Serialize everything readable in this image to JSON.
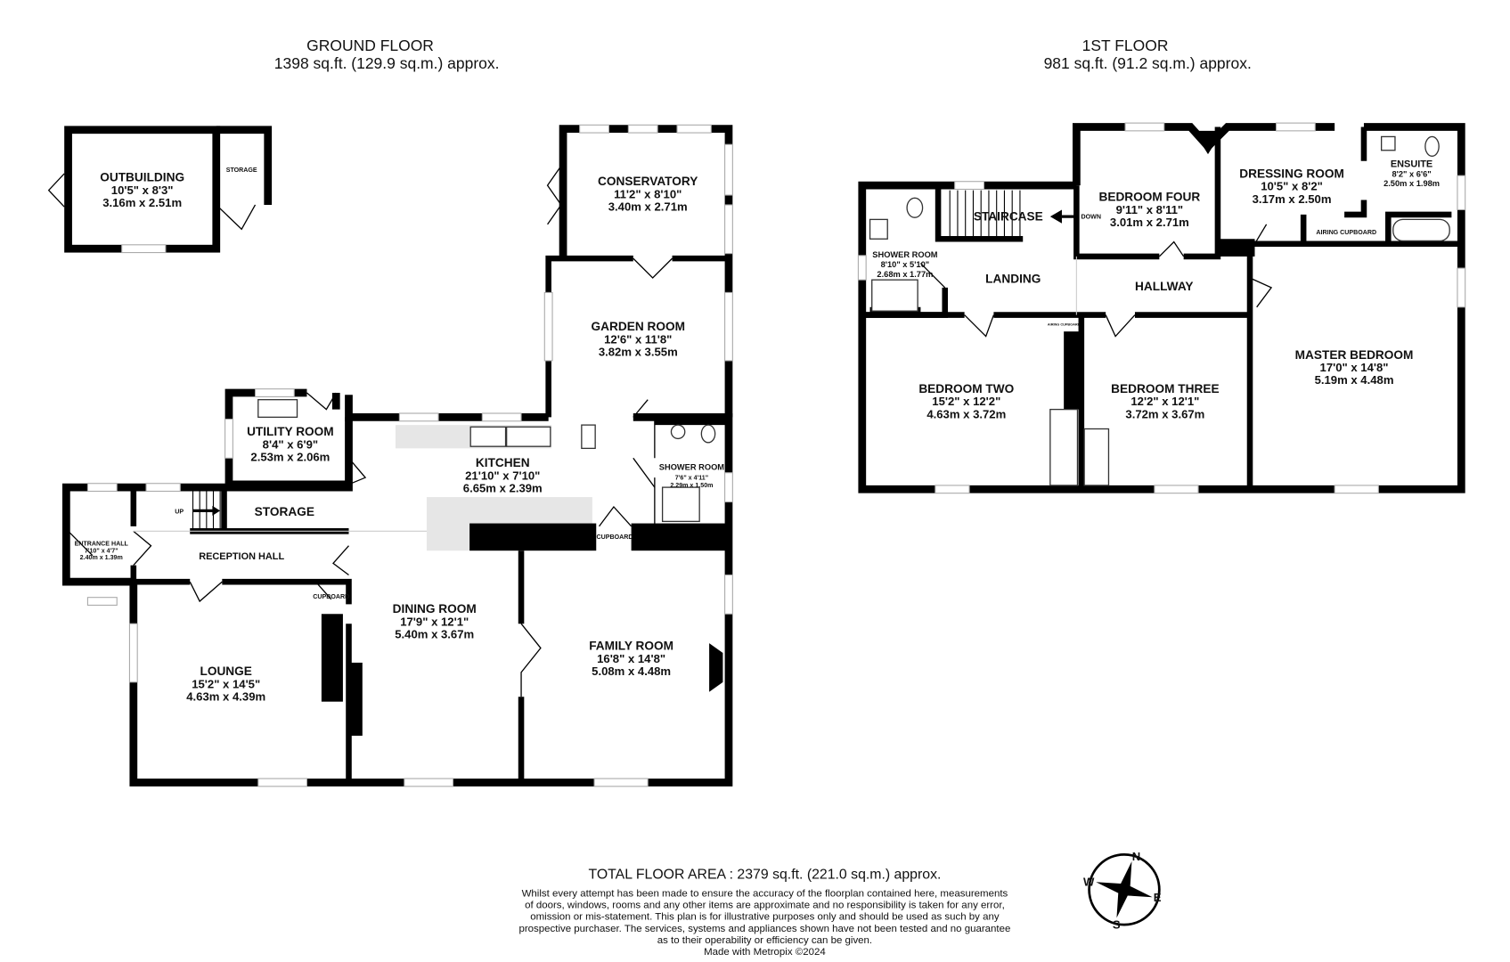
{
  "ground_floor": {
    "title": "GROUND FLOOR",
    "area": "1398 sq.ft. (129.9 sq.m.) approx.",
    "rooms": {
      "outbuilding": {
        "name": "OUTBUILDING",
        "imperial": "10'5\"  x 8'3\"",
        "metric": "3.16m  x 2.51m"
      },
      "outbuilding_storage": {
        "name": "STORAGE"
      },
      "conservatory": {
        "name": "CONSERVATORY",
        "imperial": "11'2\"  x 8'10\"",
        "metric": "3.40m  x 2.71m"
      },
      "garden_room": {
        "name": "GARDEN ROOM",
        "imperial": "12'6\"  x 11'8\"",
        "metric": "3.82m  x 3.55m"
      },
      "utility_room": {
        "name": "UTILITY ROOM",
        "imperial": "8'4\"  x 6'9\"",
        "metric": "2.53m  x 2.06m"
      },
      "kitchen": {
        "name": "KITCHEN",
        "imperial": "21'10\"  x 7'10\"",
        "metric": "6.65m  x 2.39m"
      },
      "shower_room": {
        "name": "SHOWER ROOM",
        "imperial": "7'6\"  x 4'11\"",
        "metric": "2.29m  x 1.50m"
      },
      "storage": {
        "name": "STORAGE"
      },
      "entrance_hall": {
        "name": "ENTRANCE HALL",
        "imperial": "7'10\"  x 4'7\"",
        "metric": "2.40m  x 1.39m"
      },
      "reception_hall": {
        "name": "RECEPTION HALL"
      },
      "cupboard_kitchen": {
        "name": "CUPBOARD"
      },
      "cupboard_lounge": {
        "name": "CUPBOARD"
      },
      "lounge": {
        "name": "LOUNGE",
        "imperial": "15'2\"  x 14'5\"",
        "metric": "4.63m  x 4.39m"
      },
      "dining_room": {
        "name": "DINING ROOM",
        "imperial": "17'9\"  x 12'1\"",
        "metric": "5.40m  x 3.67m"
      },
      "family_room": {
        "name": "FAMILY ROOM",
        "imperial": "16'8\"  x 14'8\"",
        "metric": "5.08m  x 4.48m"
      }
    },
    "stair_label": "UP"
  },
  "first_floor": {
    "title": "1ST FLOOR",
    "area": "981 sq.ft. (91.2 sq.m.) approx.",
    "rooms": {
      "shower_room": {
        "name": "SHOWER ROOM",
        "imperial": "8'10\"  x 5'10\"",
        "metric": "2.68m  x 1.77m"
      },
      "staircase": {
        "name": "STAIRCASE"
      },
      "landing": {
        "name": "LANDING"
      },
      "bedroom_four": {
        "name": "BEDROOM FOUR",
        "imperial": "9'11\"  x 8'11\"",
        "metric": "3.01m  x 2.71m"
      },
      "hallway": {
        "name": "HALLWAY"
      },
      "dressing_room": {
        "name": "DRESSING ROOM",
        "imperial": "10'5\"  x 8'2\"",
        "metric": "3.17m  x 2.50m"
      },
      "ensuite": {
        "name": "ENSUITE",
        "imperial": "8'2\"  x 6'6\"",
        "metric": "2.50m  x 1.98m"
      },
      "airing_cupboard": {
        "name": "AIRING CUPBOARD"
      },
      "airing_cupboard_small": {
        "name": "AIRING CUPBOARD"
      },
      "bedroom_two": {
        "name": "BEDROOM TWO",
        "imperial": "15'2\"  x 12'2\"",
        "metric": "4.63m  x 3.72m"
      },
      "bedroom_three": {
        "name": "BEDROOM THREE",
        "imperial": "12'2\"  x 12'1\"",
        "metric": "3.72m  x 3.67m"
      },
      "master_bedroom": {
        "name": "MASTER BEDROOM",
        "imperial": "17'0\"  x 14'8\"",
        "metric": "5.19m  x 4.48m"
      }
    },
    "stair_label": "DOWN"
  },
  "footer": {
    "total": "TOTAL FLOOR AREA : 2379 sq.ft. (221.0 sq.m.) approx.",
    "disclaimer": [
      "Whilst every attempt has been made to ensure the accuracy of the floorplan contained here, measurements",
      "of doors, windows, rooms and any other items are approximate and no responsibility is taken for any error,",
      "omission or mis-statement. This plan is for illustrative purposes only and should be used as such by any",
      "prospective purchaser. The services, systems and appliances shown have not been tested and no guarantee",
      "as to their operability or efficiency can be given."
    ],
    "credit": "Made with Metropix ©2024"
  },
  "compass": {
    "n": "N",
    "e": "E",
    "s": "S",
    "w": "W",
    "icon": "compass-rose-icon"
  }
}
